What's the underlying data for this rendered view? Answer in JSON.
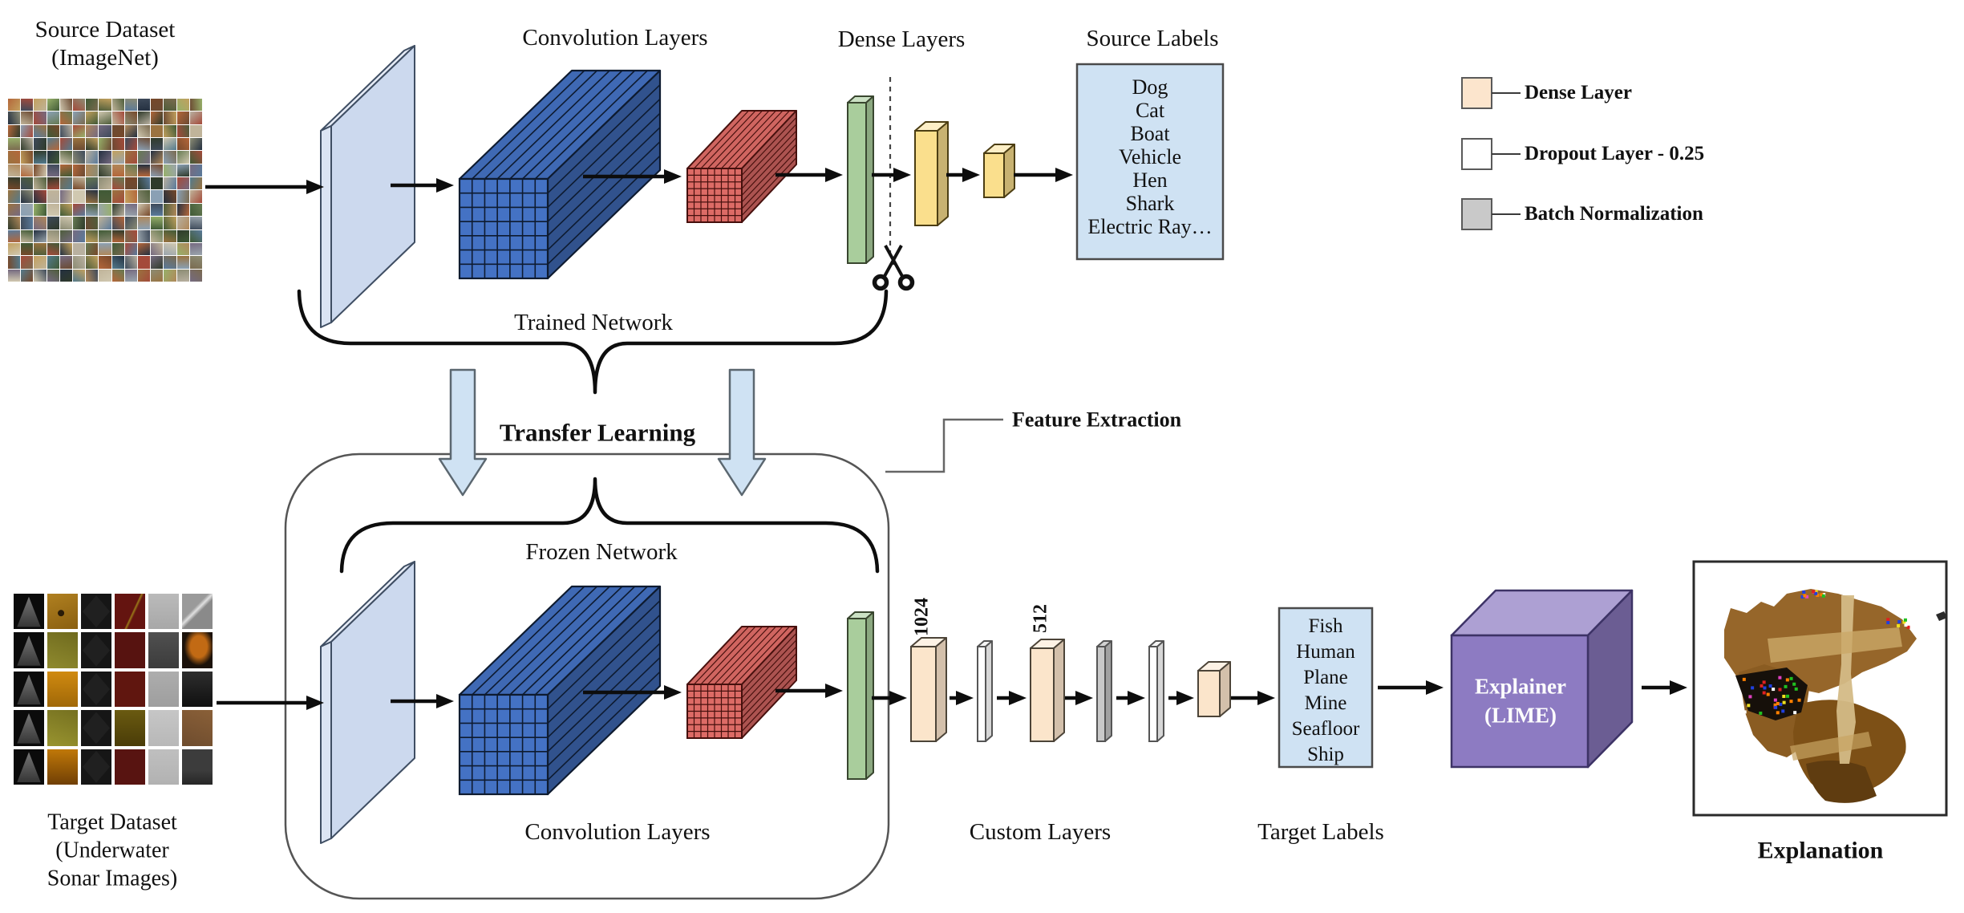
{
  "titles": {
    "source_dataset_1": "Source Dataset",
    "source_dataset_2": "(ImageNet)",
    "convolution_layers_top": "Convolution Layers",
    "dense_layers": "Dense Layers",
    "source_labels": "Source Labels",
    "trained_network": "Trained Network",
    "transfer_learning": "Transfer Learning",
    "feature_extraction": "Feature Extraction",
    "frozen_network": "Frozen Network",
    "convolution_layers_bottom": "Convolution Layers",
    "custom_layers": "Custom Layers",
    "target_labels": "Target Labels",
    "explanation": "Explanation",
    "target_dataset_1": "Target Dataset",
    "target_dataset_2": "(Underwater",
    "target_dataset_3": "Sonar Images)"
  },
  "source_label_items": [
    "Dog",
    "Cat",
    "Boat",
    "Vehicle",
    "Hen",
    "Shark",
    "Electric Ray…"
  ],
  "target_label_items": [
    "Fish",
    "Human",
    "Plane",
    "Mine",
    "Seafloor",
    "Ship"
  ],
  "custom_layers_info": {
    "dense_units_1": "1024",
    "dense_units_2": "512"
  },
  "explainer": {
    "line1": "Explainer",
    "line2": "(LIME)"
  },
  "legend": [
    {
      "label": "Dense Layer",
      "color": "#fce5cd"
    },
    {
      "label": "Dropout Layer - 0.25",
      "color": "#ffffff"
    },
    {
      "label": "Batch Normalization",
      "color": "#c9c9c9"
    }
  ],
  "colors": {
    "input_plate": "#ccd9ee",
    "conv_block": "#4472c4",
    "pooling_block": "#dd6b66",
    "flatten_layer": "#a9cd9c",
    "dense_layer_source": "#fadf8d",
    "dense_layer_custom": "#fbe5cb",
    "dropout_layer": "#ffffff",
    "batch_norm_layer": "#c9c9c9",
    "explainer_cube": "#8d7bc2",
    "label_box": "#cfe2f3",
    "transfer_arrow": "#cfe2f3"
  }
}
